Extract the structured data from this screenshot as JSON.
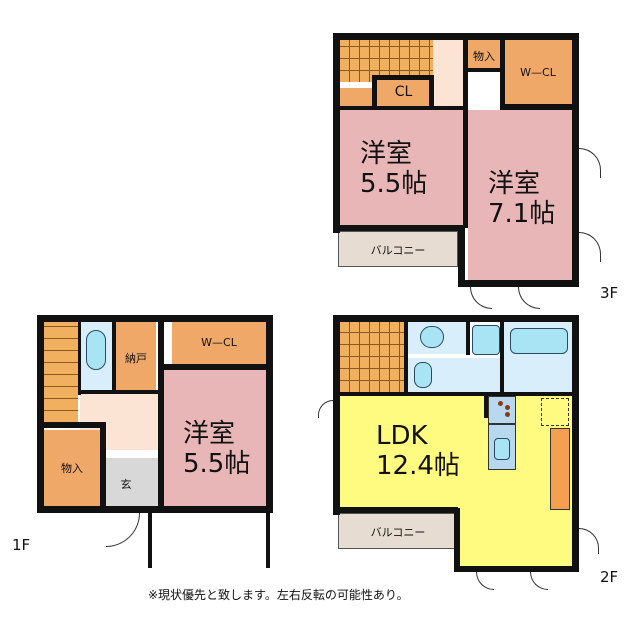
{
  "floors": {
    "third": {
      "label": "3F",
      "rooms": {
        "western_a": {
          "name": "洋室",
          "size": "5.5帖"
        },
        "western_b": {
          "name": "洋室",
          "size": "7.1帖"
        },
        "closet": {
          "name": "CL"
        },
        "storage": {
          "name": "物入"
        },
        "walkin_closet": {
          "name": "W—CL"
        },
        "balcony": {
          "name": "バルコニー"
        }
      }
    },
    "second": {
      "label": "2F",
      "rooms": {
        "ldk": {
          "name": "LDK",
          "size": "12.4帖"
        },
        "balcony": {
          "name": "バルコニー"
        }
      }
    },
    "first": {
      "label": "1F",
      "rooms": {
        "western": {
          "name": "洋室",
          "size": "5.5帖"
        },
        "walkin_closet": {
          "name": "W—CL"
        },
        "nando": {
          "name": "納戸"
        },
        "storage": {
          "name": "物入"
        },
        "entrance": {
          "name": "玄"
        }
      }
    }
  },
  "note": "※現状優先と致します。左右反転の可能性あり。",
  "colors": {
    "western_room": "#e8b6b6",
    "closet": "#f0a868",
    "ldk": "#fffa80",
    "wet_area": "#d8eefa",
    "hall": "#fce4d4",
    "balcony": "#e6dcd2",
    "entrance": "#d8d8d8",
    "wall": "#111111"
  }
}
